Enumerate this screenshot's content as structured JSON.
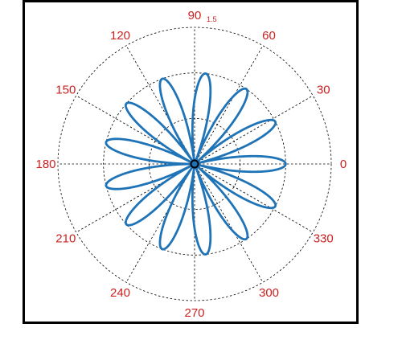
{
  "chart_data": {
    "type": "line",
    "projection": "polar",
    "title": "",
    "theta_unit": "degrees",
    "theta_tick_labels": [
      "0",
      "30",
      "60",
      "90",
      "120",
      "150",
      "180",
      "210",
      "240",
      "270",
      "300",
      "330"
    ],
    "r_tick_labels": [
      "1.5"
    ],
    "rlim": [
      0,
      1.5
    ],
    "r_grid": [
      0.5,
      1.0,
      1.5
    ],
    "grid": true,
    "series": [
      {
        "name": "",
        "equation": "r = |cos(6.5·theta)|",
        "petals": 13,
        "r_max": 1.0
      }
    ],
    "colors": {
      "line": "#1f73b7",
      "labels": "#cc2020",
      "grid": "#000000",
      "frame": "#000000"
    }
  }
}
